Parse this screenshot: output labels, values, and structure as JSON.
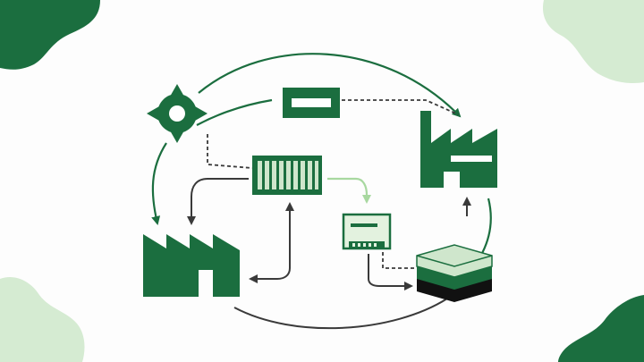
{
  "colors": {
    "background": "#fdfdfd",
    "brand_dark": "#1b6e3f",
    "brand_mid": "#cfe6cc",
    "brand_light": "#dcefd9",
    "accent_light": "#a8d8a0",
    "arrow_dark": "#3a3a3a",
    "ink": "#111111"
  },
  "nodes": [
    {
      "id": "location-pin",
      "icon": "target-pin-icon"
    },
    {
      "id": "document-label",
      "icon": "label-rectangle-icon"
    },
    {
      "id": "container",
      "icon": "shipping-container-icon"
    },
    {
      "id": "factory-left",
      "icon": "factory-icon"
    },
    {
      "id": "factory-right",
      "icon": "factory-icon"
    },
    {
      "id": "terminal",
      "icon": "terminal-device-icon"
    },
    {
      "id": "layer-stack",
      "icon": "layered-stack-icon"
    }
  ],
  "connections": [
    {
      "from": "location-pin",
      "to": "factory-right",
      "style": "solid-green-arc"
    },
    {
      "from": "location-pin",
      "to": "factory-left",
      "style": "solid-green-arc"
    },
    {
      "from": "document-label",
      "to": "factory-right",
      "style": "dashed-dark"
    },
    {
      "from": "location-pin",
      "to": "container",
      "style": "dashed-dark"
    },
    {
      "from": "container",
      "to": "factory-left",
      "style": "solid-dark"
    },
    {
      "from": "container",
      "to": "factory-left",
      "style": "solid-dark-bidirectional"
    },
    {
      "from": "container",
      "to": "terminal",
      "style": "solid-light-green"
    },
    {
      "from": "terminal",
      "to": "layer-stack",
      "style": "dashed-dark"
    },
    {
      "from": "layer-stack",
      "to": "factory-right",
      "style": "solid-dark"
    },
    {
      "from": "factory-left",
      "to": "layer-stack",
      "style": "solid-dark-arc"
    }
  ]
}
